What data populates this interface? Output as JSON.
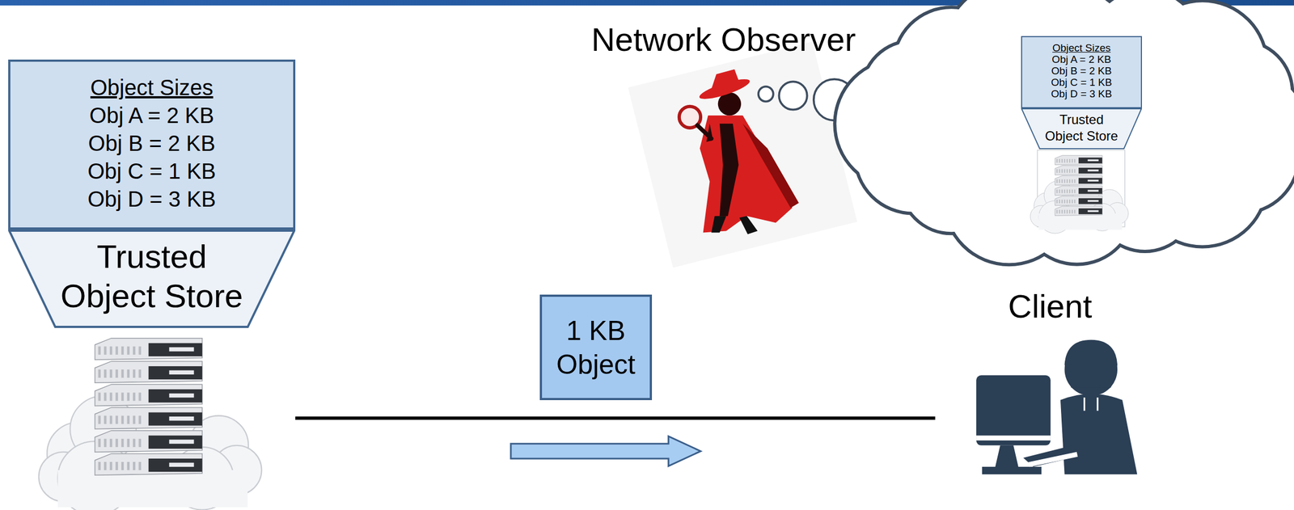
{
  "diagram": {
    "nodes": [
      {
        "text": [
          "Object Sizes",
          "Obj A = 2 KB",
          "Obj B = 2 KB",
          "Obj C = 1 KB",
          "Obj D = 3 KB"
        ]
      },
      {
        "text": [
          "Trusted Object Store"
        ]
      },
      {
        "text": [
          "1 KB Object"
        ]
      },
      {
        "text": [
          "Object Sizes",
          "Obj A = 2 KB",
          "Obj B = 2 KB",
          "Obj C = 1 KB",
          "Obj D = 3 KB"
        ]
      },
      {
        "text": [
          "Trusted Object Store"
        ]
      },
      {
        "text": [
          "Client"
        ]
      }
    ],
    "edges": [
      {
        "from": 1,
        "to": 5,
        "arrow": "none"
      }
    ],
    "labels": [
      "Network Observer"
    ]
  }
}
